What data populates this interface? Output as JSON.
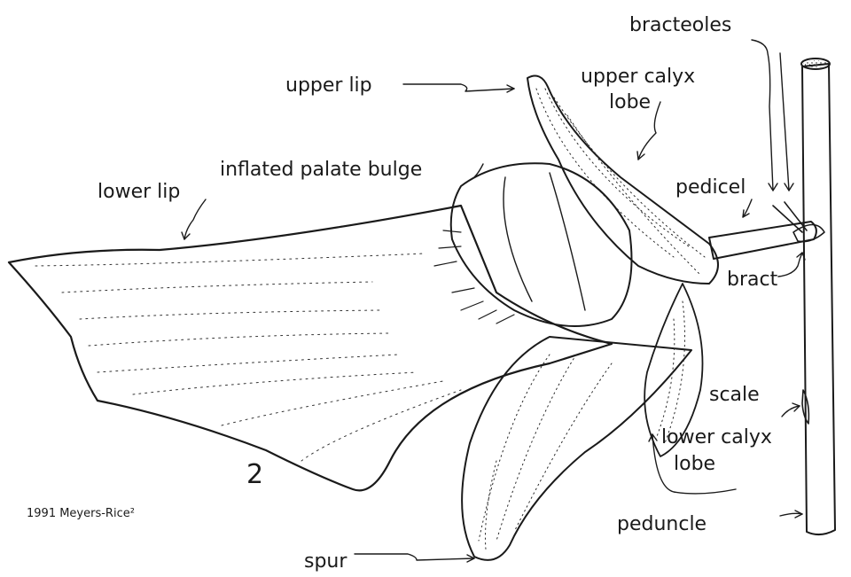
{
  "figure_number": "2",
  "credit": "1991 Meyers-Rice²",
  "labels": {
    "bracteoles": "bracteoles",
    "upper_lip": "upper lip",
    "upper_calyx_lobe_line1": "upper calyx",
    "upper_calyx_lobe_line2": "lobe",
    "inflated_palate_bulge": "inflated palate bulge",
    "lower_lip": "lower lip",
    "pedicel": "pedicel",
    "bract": "bract",
    "scale": "scale",
    "lower_calyx_lobe_line1": "lower calyx",
    "lower_calyx_lobe_line2": "lobe",
    "spur": "spur",
    "peduncle": "peduncle"
  }
}
